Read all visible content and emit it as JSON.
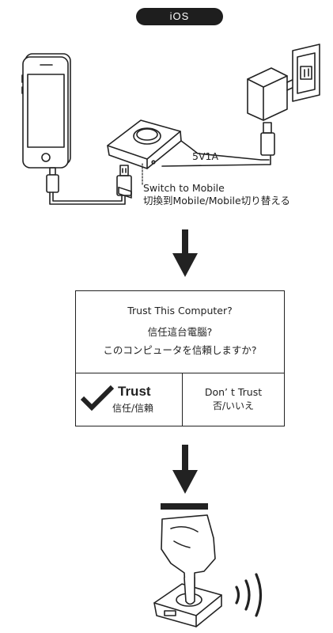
{
  "badge": "iOS",
  "labels": {
    "power": "5V1A",
    "switch_en": "Switch to Mobile",
    "switch_cjk": "切換到Mobile/Mobile切り替える"
  },
  "dialog": {
    "title_en": "Trust This Computer?",
    "title_zh": "信任這台電腦?",
    "title_ja": "このコンピュータを信頼しますか?",
    "trust_label": "Trust",
    "trust_sub": "信任/信賴",
    "dont_trust_label": "Don’ t Trust",
    "dont_trust_sub": "否/いいえ"
  },
  "icons": [
    "iphone-icon",
    "wall-outlet-icon",
    "power-adapter-icon",
    "usb-plug-icon",
    "hub-device-icon",
    "down-arrow-icon",
    "checkmark-icon",
    "pointing-hand-icon",
    "wireless-signal-icon"
  ]
}
